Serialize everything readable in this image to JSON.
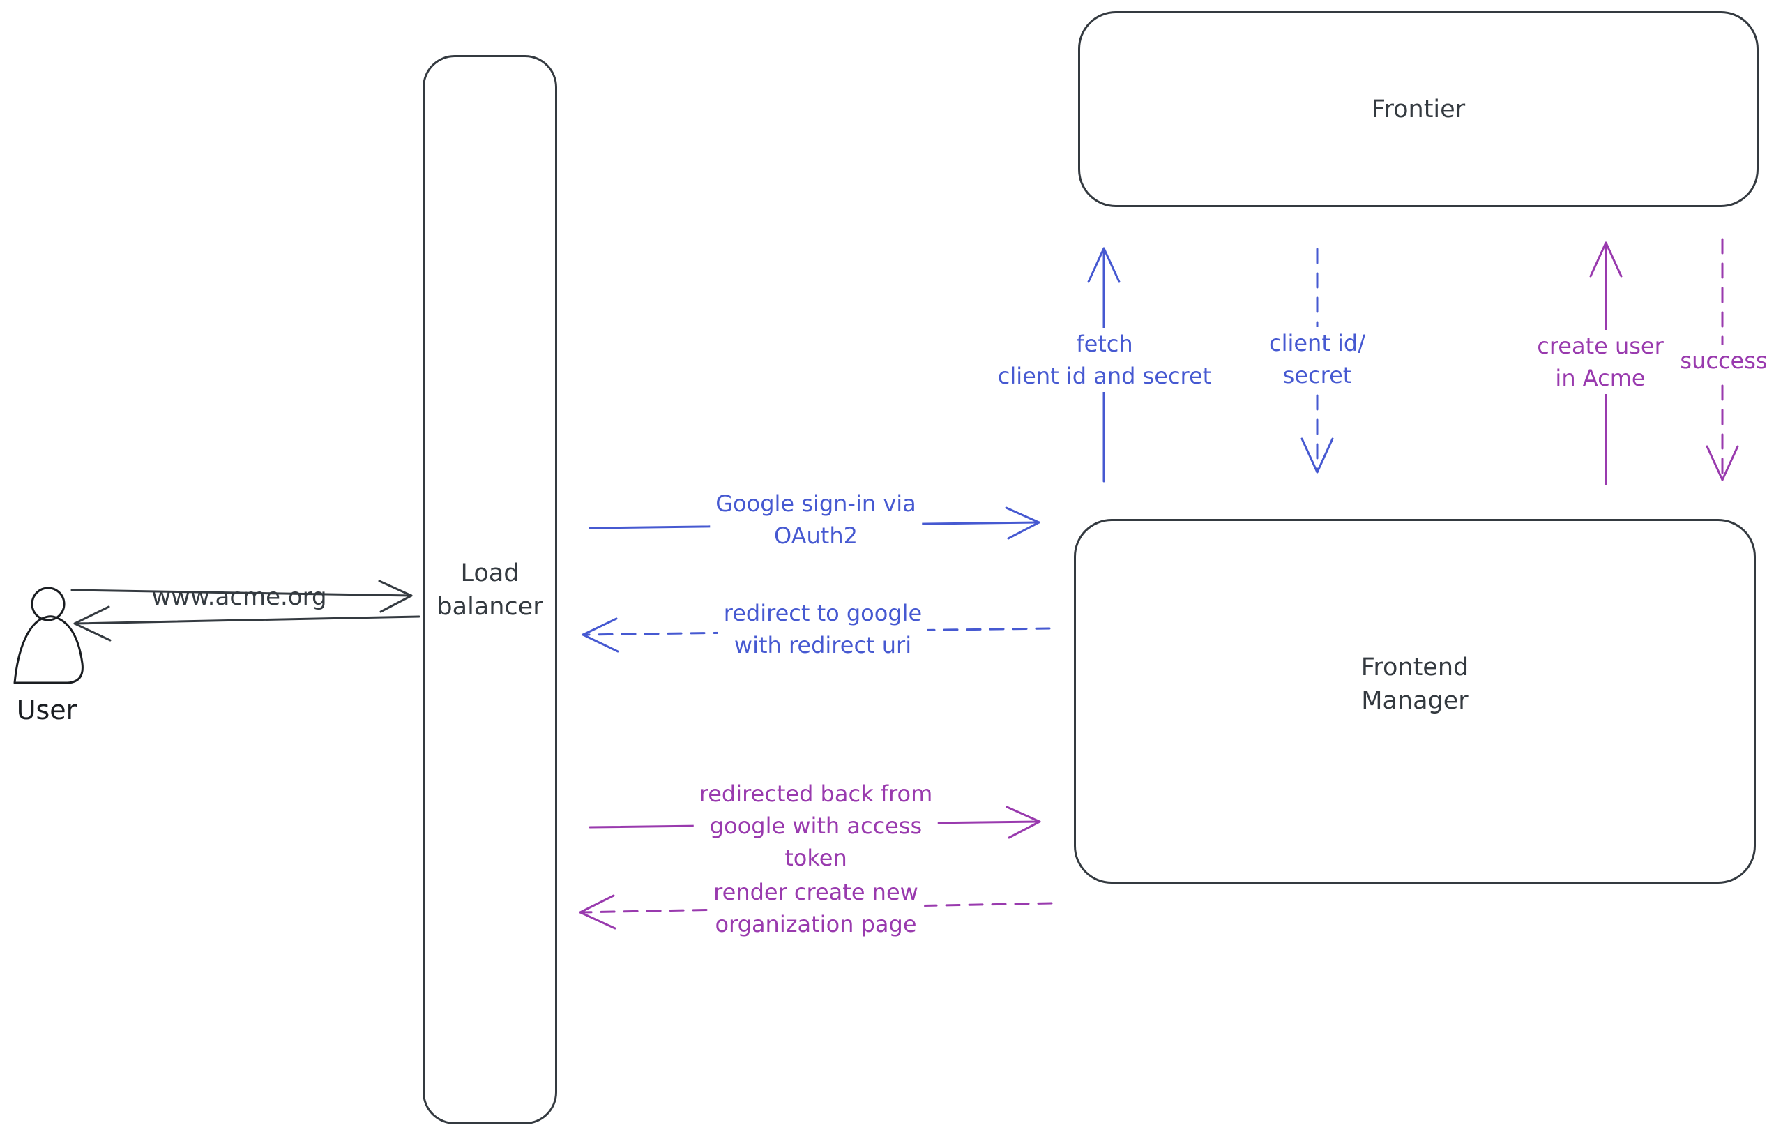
{
  "colors": {
    "ink": "#343a40",
    "ink_strong": "#1a1d21",
    "blue": "#4659d1",
    "purple": "#993aae",
    "hatch": "#ccd5dc",
    "background": "#ffffff"
  },
  "nodes": {
    "user": {
      "label": "User"
    },
    "load_balancer": {
      "label": "Load\nbalancer"
    },
    "frontier": {
      "label": "Frontier"
    },
    "frontend_manager": {
      "label": "Frontend\nManager"
    }
  },
  "arrows": {
    "user_to_lb": {
      "label": "www.acme.org",
      "style": "solid",
      "color": "ink",
      "direction": "right"
    },
    "lb_to_user": {
      "label": "",
      "style": "solid",
      "color": "ink",
      "direction": "left"
    },
    "lb_to_fm_signin": {
      "label": "Google sign-in via\nOAuth2",
      "style": "solid",
      "color": "blue",
      "direction": "right"
    },
    "fm_to_lb_redirect": {
      "label": "redirect to google\nwith redirect uri",
      "style": "dashed",
      "color": "blue",
      "direction": "left"
    },
    "lb_to_fm_token": {
      "label": "redirected back from\ngoogle with access\ntoken",
      "style": "solid",
      "color": "purple",
      "direction": "right"
    },
    "fm_to_lb_render": {
      "label": "render create new\norganization page",
      "style": "dashed",
      "color": "purple",
      "direction": "left"
    },
    "fm_to_frontier_fetch": {
      "label": "fetch\nclient id and secret",
      "style": "solid",
      "color": "blue",
      "direction": "up"
    },
    "frontier_to_fm_creds": {
      "label": "client id/\nsecret",
      "style": "dashed",
      "color": "blue",
      "direction": "down"
    },
    "fm_to_frontier_create": {
      "label": "create user\nin Acme",
      "style": "solid",
      "color": "purple",
      "direction": "up"
    },
    "frontier_to_fm_success": {
      "label": "success",
      "style": "dashed",
      "color": "purple",
      "direction": "down"
    }
  }
}
